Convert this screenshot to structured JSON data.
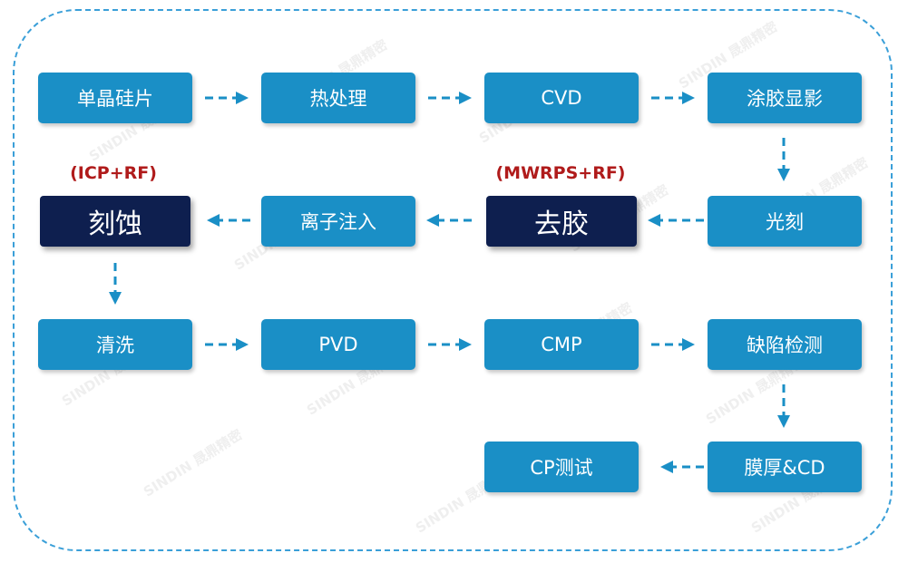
{
  "watermark": "SINDIN 晟鼎精密",
  "colors": {
    "box_blue": "#1a8fc6",
    "box_navy": "#0e1f4f",
    "arrow": "#1a8fc6",
    "note_red": "#b01b1b",
    "frame": "#3a9fd8"
  },
  "steps": {
    "s1": "单晶硅片",
    "s2": "热处理",
    "s3": "CVD",
    "s4": "涂胶显影",
    "s5": "光刻",
    "s6": "去胶",
    "s7": "离子注入",
    "s8": "刻蚀",
    "s9": "清洗",
    "s10": "PVD",
    "s11": "CMP",
    "s12": "缺陷检测",
    "s13": "膜厚&CD",
    "s14": "CP测试"
  },
  "notes": {
    "etch": "(ICP+RF)",
    "strip": "(MWRPS+RF)"
  }
}
